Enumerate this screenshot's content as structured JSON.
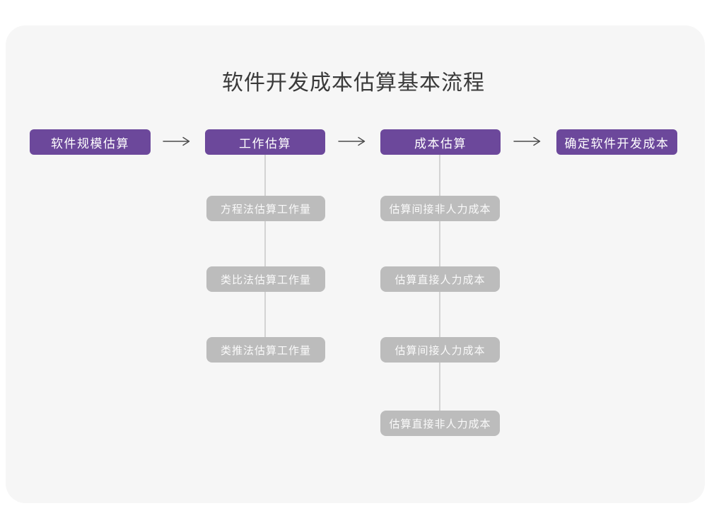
{
  "title": "软件开发成本估算基本流程",
  "colors": {
    "accent_purple": "#6C489B",
    "child_gray": "#BCBCBC",
    "canvas_background": "#F6F6F6",
    "page_background": "#FFFFFF",
    "connector_line": "#D3D3D3",
    "arrow_stroke": "#4A4A4A",
    "title_text": "#3A3A3A",
    "box_text": "#FFFFFF"
  },
  "flow": {
    "stages": [
      {
        "label": "软件规模估算"
      },
      {
        "label": "工作估算",
        "children": [
          "方程法估算工作量",
          "类比法估算工作量",
          "类推法估算工作量"
        ]
      },
      {
        "label": "成本估算",
        "children": [
          "估算间接非人力成本",
          "估算直接人力成本",
          "估算间接人力成本",
          "估算直接非人力成本"
        ]
      },
      {
        "label": "确定软件开发成本"
      }
    ]
  }
}
